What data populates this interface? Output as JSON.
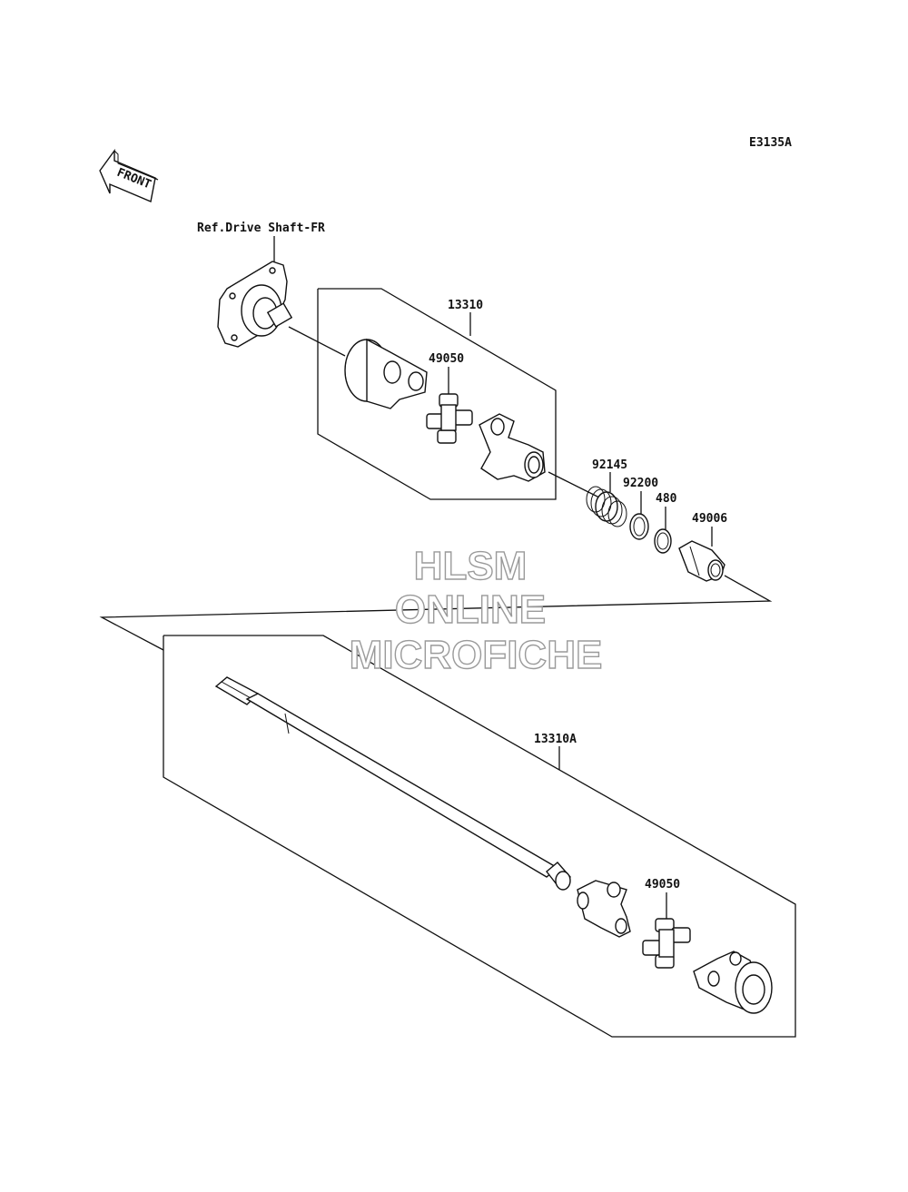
{
  "diagram_code": "E3135A",
  "front_arrow_label": "FRONT",
  "ref_label": "Ref.Drive Shaft-FR",
  "parts": {
    "assembly_upper": "13310",
    "spider_upper": "49050",
    "spring": "92145",
    "circlip": "92200",
    "oring": "480",
    "boot": "49006",
    "assembly_lower": "13310A",
    "spider_lower": "49050"
  },
  "watermark": {
    "line1": "HLSM",
    "line2": "ONLINE",
    "line3": "MICROFICHE"
  }
}
